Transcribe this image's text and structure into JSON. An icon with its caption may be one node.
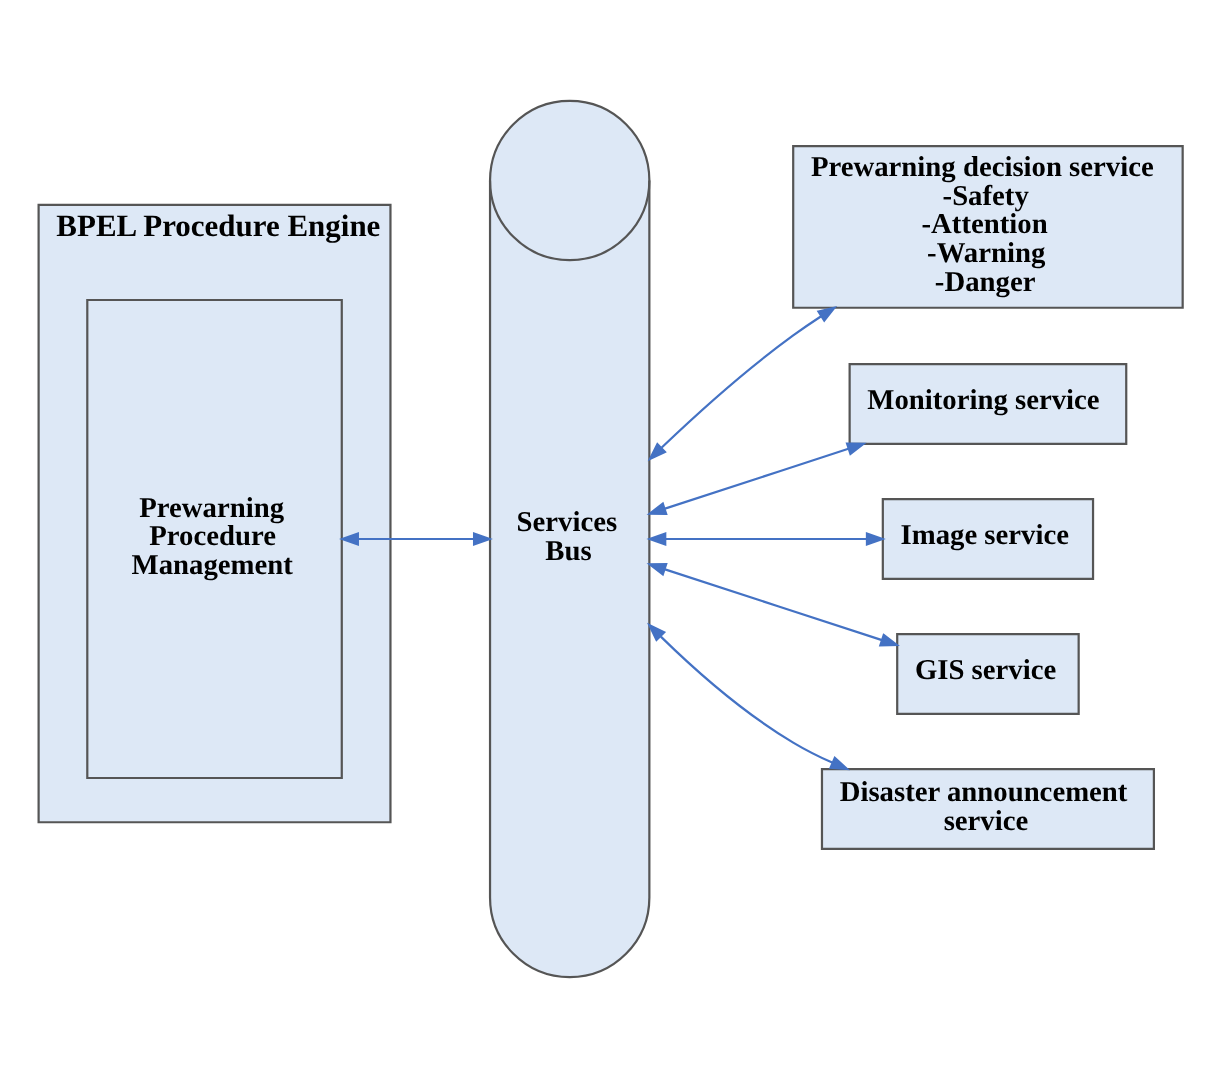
{
  "diagram": {
    "nodes": [
      {
        "text": [
          "BPEL Procedure Engine"
        ]
      },
      {
        "text": [
          "Prewarning Procedure Management"
        ],
        "in": 0
      },
      {
        "text": [
          "Services Bus"
        ]
      },
      {
        "text": [
          "Prewarning decision service",
          "-Safety",
          "-Attention",
          "-Warning",
          "-Danger"
        ]
      },
      {
        "text": [
          "Monitoring service"
        ]
      },
      {
        "text": [
          "Image service"
        ]
      },
      {
        "text": [
          "GIS service"
        ]
      },
      {
        "text": [
          "Disaster announcement service"
        ]
      }
    ],
    "edges": [
      {
        "from": 1,
        "to": 2,
        "arrow": "both"
      },
      {
        "from": 2,
        "to": 3,
        "arrow": "both"
      },
      {
        "from": 2,
        "to": 4,
        "arrow": "both"
      },
      {
        "from": 2,
        "to": 5,
        "arrow": "both"
      },
      {
        "from": 2,
        "to": 6,
        "arrow": "both"
      },
      {
        "from": 2,
        "to": 7,
        "arrow": "both"
      }
    ]
  }
}
